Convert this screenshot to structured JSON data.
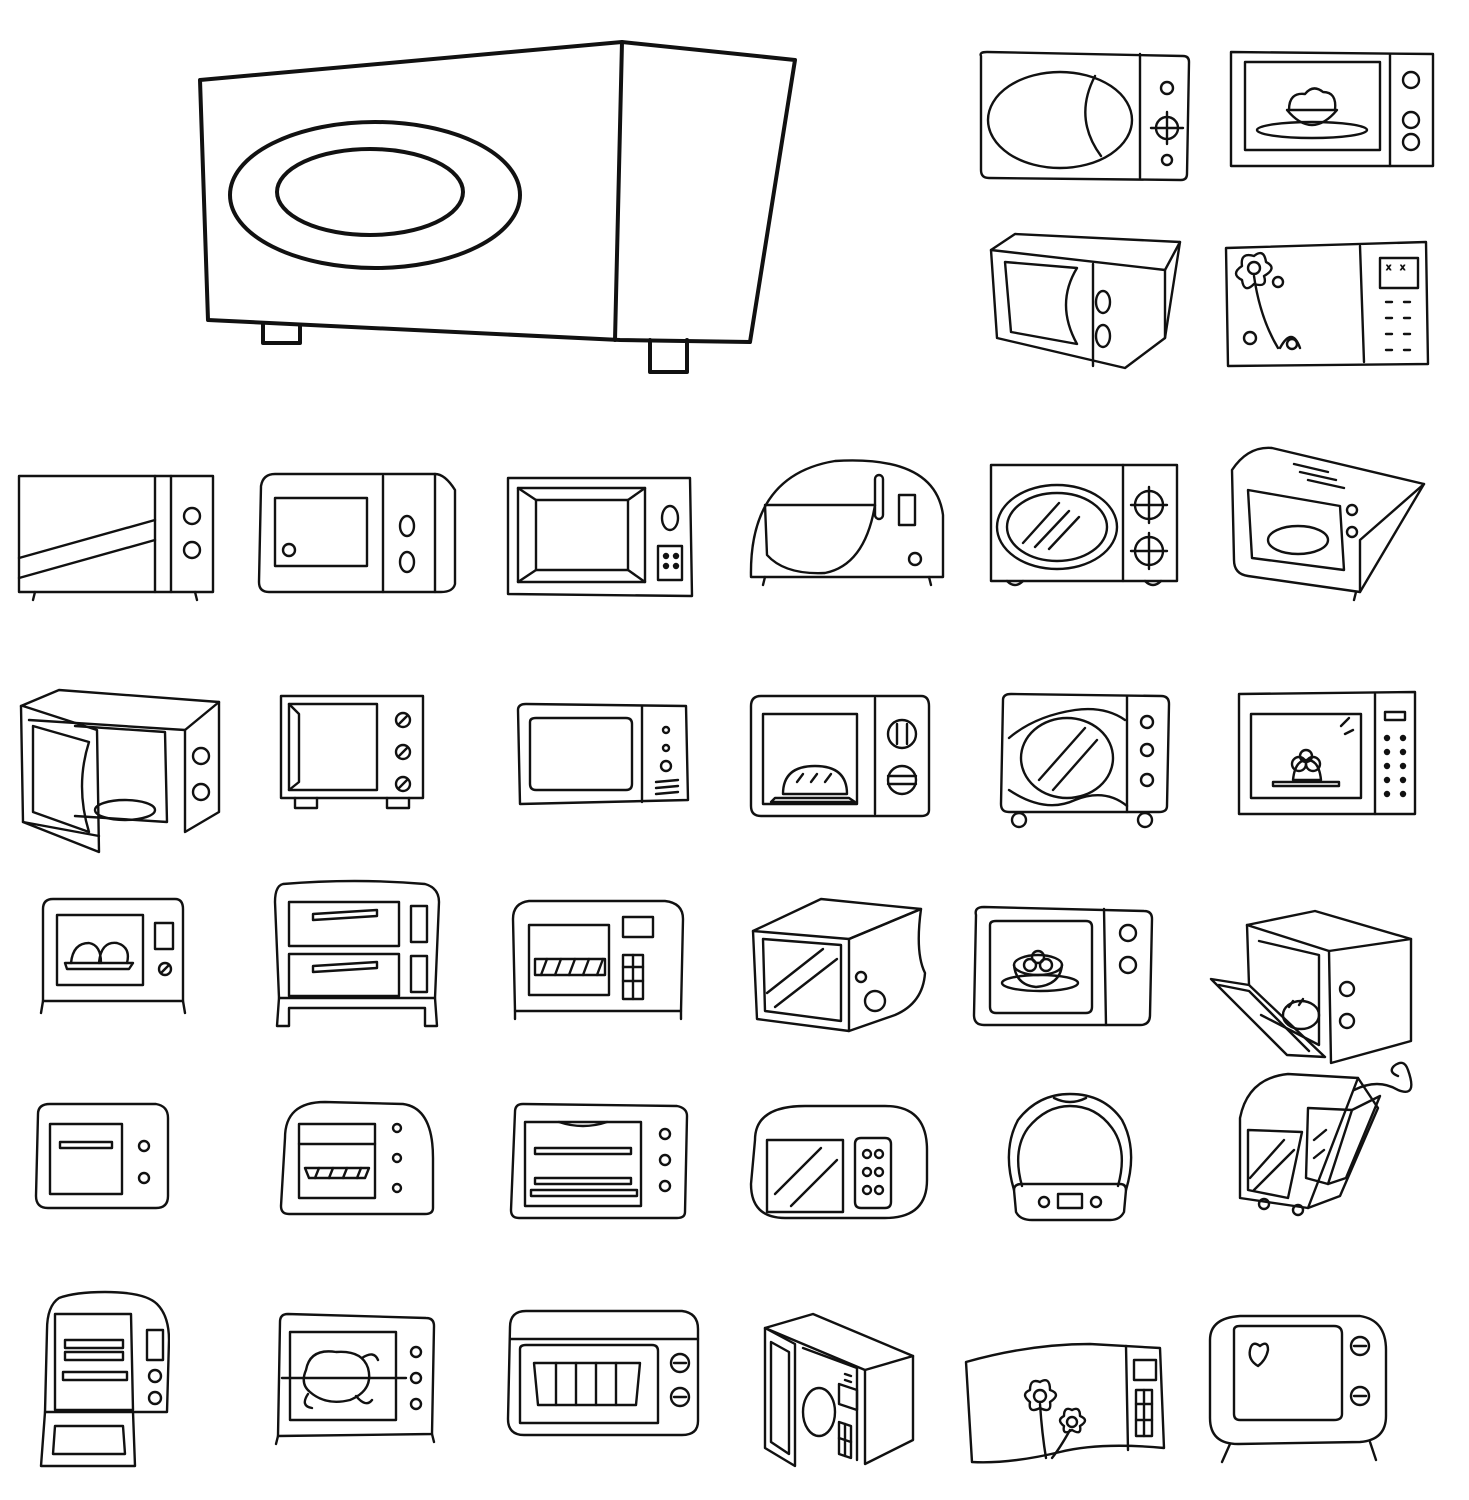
{
  "sheet": {
    "background": "#ffffff",
    "line_color": "#111111",
    "items": [
      {
        "name": "large-microwave-oval-window",
        "kind": "large-oval"
      },
      {
        "name": "microwave-oval-swirl-window",
        "kind": "oval-swirl"
      },
      {
        "name": "microwave-rice-bowl",
        "kind": "rice-bowl"
      },
      {
        "name": "microwave-perspective-two-knobs",
        "kind": "persp-knobs"
      },
      {
        "name": "microwave-flower-keypad",
        "kind": "flowers-keypad"
      },
      {
        "name": "microwave-diagonal-stripe",
        "kind": "diag-stripe"
      },
      {
        "name": "microwave-rounded-perspective",
        "kind": "rounded-persp"
      },
      {
        "name": "microwave-inset-window-keypad",
        "kind": "inset-keypad"
      },
      {
        "name": "microwave-dome-top",
        "kind": "dome"
      },
      {
        "name": "microwave-glass-oval-dials",
        "kind": "glass-oval"
      },
      {
        "name": "microwave-slanted-vents",
        "kind": "slanted-vents"
      },
      {
        "name": "microwave-door-open",
        "kind": "door-open"
      },
      {
        "name": "microwave-tall-three-knobs",
        "kind": "tall-three"
      },
      {
        "name": "microwave-small-panel",
        "kind": "small-panel"
      },
      {
        "name": "microwave-bread-loaf",
        "kind": "bread"
      },
      {
        "name": "microwave-wavy-pattern",
        "kind": "wavy"
      },
      {
        "name": "microwave-fruit-bowl-keypad",
        "kind": "fruit-keypad"
      },
      {
        "name": "toaster-oven-buns",
        "kind": "buns"
      },
      {
        "name": "double-deck-oven",
        "kind": "double-deck"
      },
      {
        "name": "toaster-oven-rack-keypad",
        "kind": "rack-keypad"
      },
      {
        "name": "microwave-glass-box",
        "kind": "glass-box"
      },
      {
        "name": "microwave-fruit-bowl",
        "kind": "fruit-bowl"
      },
      {
        "name": "oven-door-down-bread",
        "kind": "door-down"
      },
      {
        "name": "small-retro-oven",
        "kind": "small-retro"
      },
      {
        "name": "toaster-oven-rounded-rack",
        "kind": "rounded-rack"
      },
      {
        "name": "toaster-oven-two-racks",
        "kind": "two-racks"
      },
      {
        "name": "microwave-pill-shape",
        "kind": "pill"
      },
      {
        "name": "rice-cooker-style-oven",
        "kind": "rice-cooker"
      },
      {
        "name": "toaster-oven-steam-swirl",
        "kind": "steam"
      },
      {
        "name": "oven-open-trays",
        "kind": "open-trays"
      },
      {
        "name": "rotisserie-chicken-oven",
        "kind": "chicken"
      },
      {
        "name": "oven-grill-window",
        "kind": "grill"
      },
      {
        "name": "microwave-open-door-keypad",
        "kind": "open-keypad"
      },
      {
        "name": "microwave-flower-panel",
        "kind": "flower-panel"
      },
      {
        "name": "retro-tv-style-oven-heart",
        "kind": "heart"
      }
    ]
  }
}
